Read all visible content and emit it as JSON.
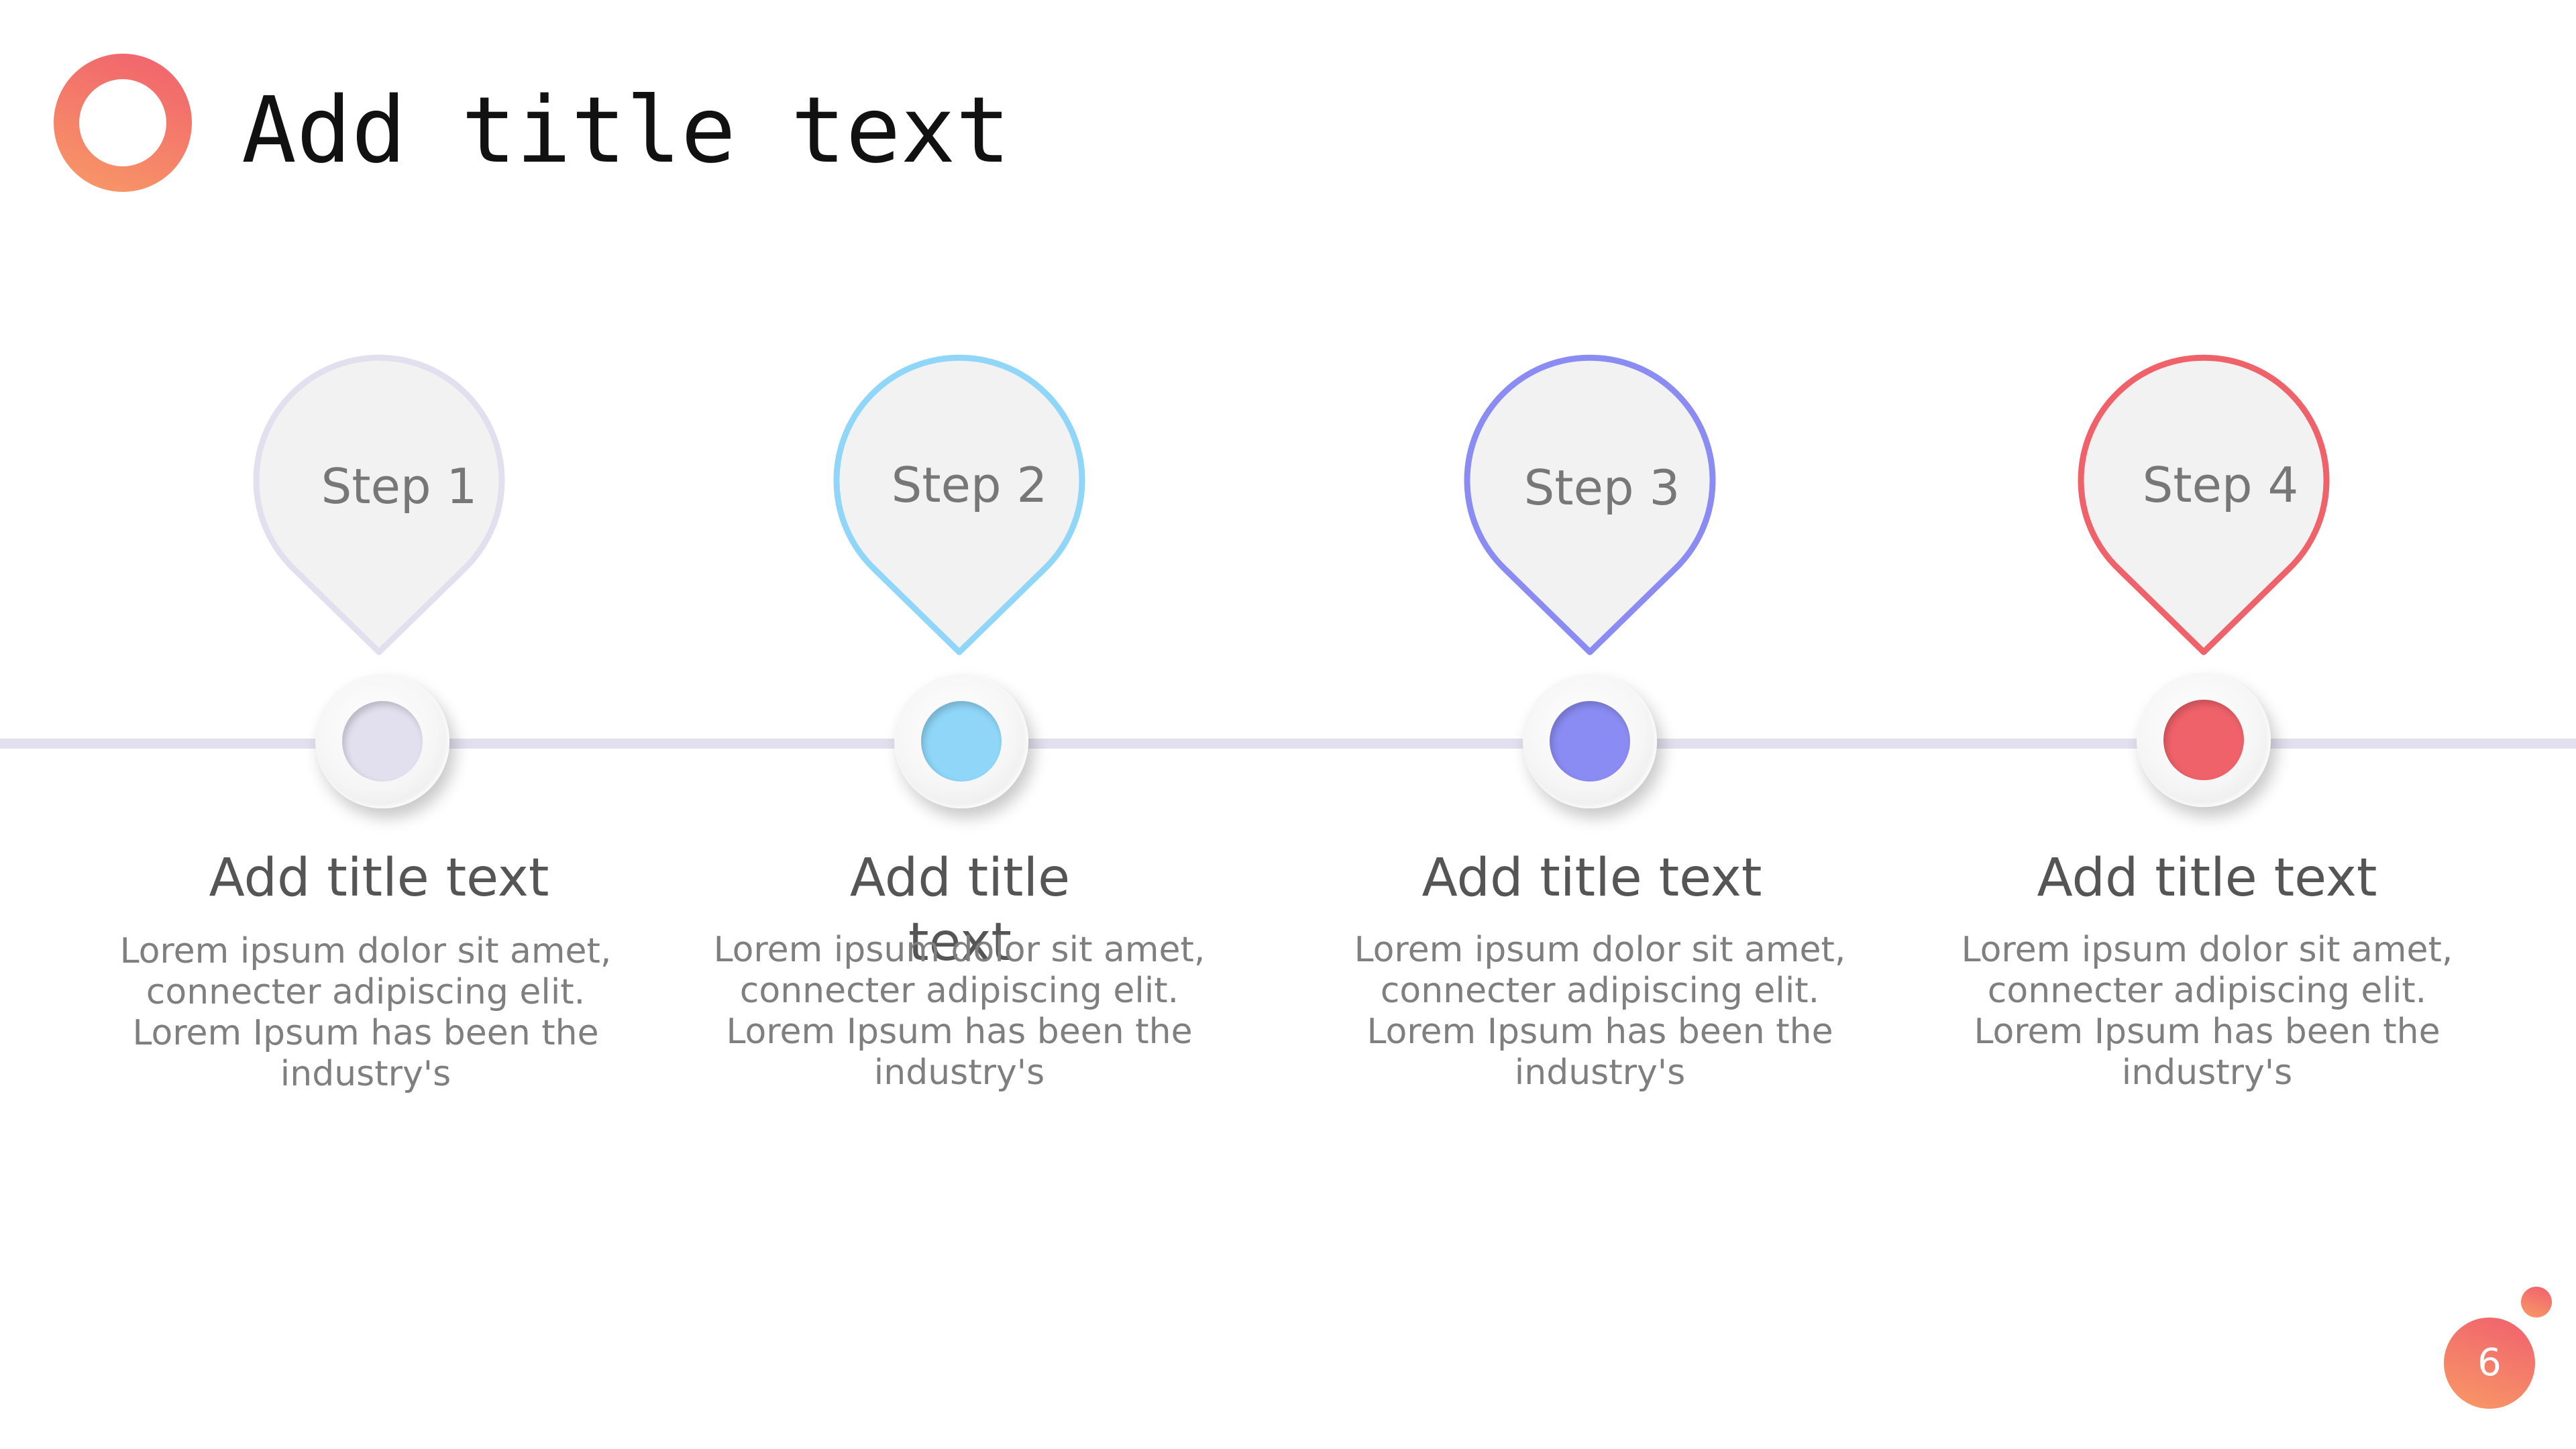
{
  "header": {
    "title": "Add title text"
  },
  "colors": {
    "accent_start": "#f0606e",
    "accent_end": "#f89a66",
    "timeline": "#e2e0ee"
  },
  "steps": [
    {
      "label": "Step 1",
      "color": "#e2e0ee",
      "title": "Add title text",
      "body": "Lorem ipsum dolor sit amet, connecter adipiscing elit. Lorem Ipsum has been the industry's"
    },
    {
      "label": "Step 2",
      "color": "#8fd6f8",
      "title": "Add title text",
      "body": "Lorem ipsum dolor sit amet, connecter adipiscing elit. Lorem Ipsum has been the industry's"
    },
    {
      "label": "Step 3",
      "color": "#8b8cf3",
      "title": "Add title text",
      "body": "Lorem ipsum dolor sit amet, connecter adipiscing elit. Lorem Ipsum has been the industry's"
    },
    {
      "label": "Step 4",
      "color": "#f0626a",
      "title": "Add title text",
      "body": "Lorem ipsum dolor sit amet, connecter adipiscing elit. Lorem Ipsum has been the industry's"
    }
  ],
  "footer": {
    "page_number": "6"
  }
}
